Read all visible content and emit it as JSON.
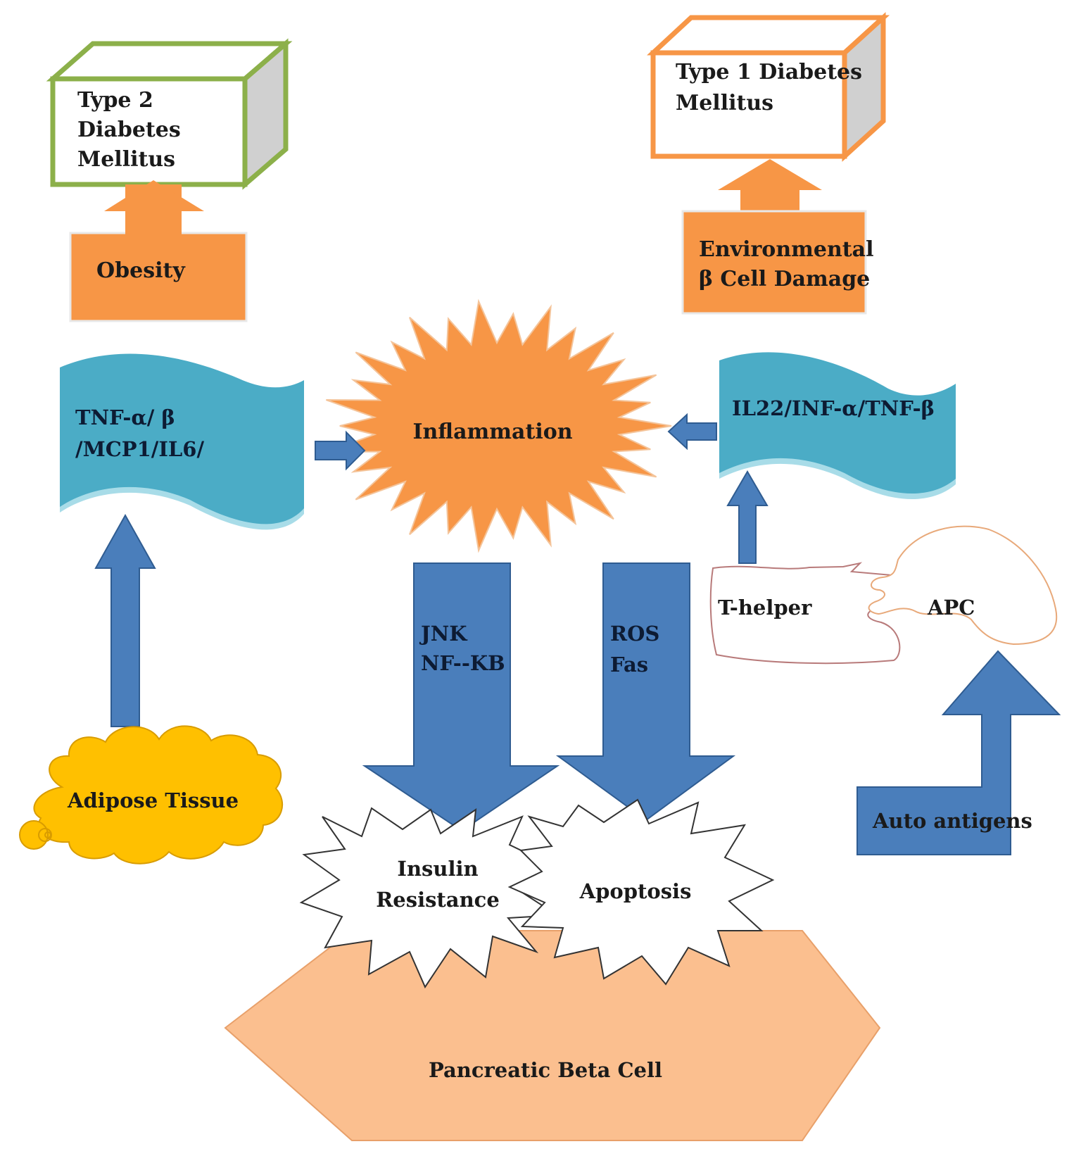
{
  "labels": {
    "type2_line1": "Type 2",
    "type2_line2": "Diabetes",
    "type2_line3": "Mellitus",
    "type1_line1": "Type 1 Diabetes",
    "type1_line2": "Mellitus",
    "obesity": "Obesity",
    "env_line1": "Environmental",
    "env_line2": "β Cell Damage",
    "cytokines_left_line1": "TNF-α/ β",
    "cytokines_left_line2": "/MCP1/IL6/",
    "inflammation": "Inflammation",
    "cytokines_right": "IL22/INF-α/TNF-β",
    "jnk": "JNK",
    "nfkb": "NF--KB",
    "ros": "ROS",
    "fas": "Fas",
    "t_helper": "T-helper",
    "apc": "APC",
    "adipose": "Adipose Tissue",
    "auto_antigens": "Auto antigens",
    "insulin_line1": "Insulin",
    "insulin_line2": "Resistance",
    "apoptosis": "Apoptosis",
    "pancreatic": "Pancreatic Beta Cell"
  },
  "colors": {
    "arrow_blue": "#4a7ebb",
    "orange": "#f79646",
    "cyan": "#4bacc6",
    "green_border": "#8cb04a",
    "yellow": "#ffc000",
    "peach": "#fbbf8f",
    "cube_side": "#d0d0d0",
    "cell_border": "#b87a7a"
  }
}
